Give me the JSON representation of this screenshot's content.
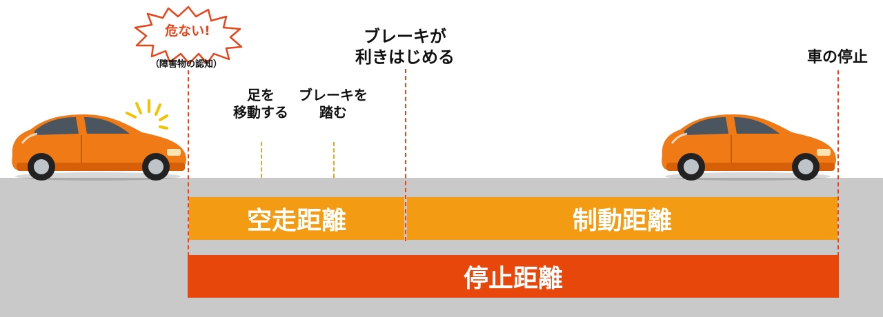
{
  "labels": {
    "danger": "危ない!",
    "recognition": "（障害物の認知）",
    "move_foot": "足を\n移動する",
    "press_brake": "ブレーキを\n踏む",
    "brake_starts": "ブレーキが\n利きはじめる",
    "car_stop": "車の停止"
  },
  "bars": {
    "free_running": "空走距離",
    "braking": "制動距離",
    "stopping": "停止距離"
  },
  "colors": {
    "car_body": "#f07a16",
    "free_running_bar": "#f39b12",
    "braking_bar": "#f39b12",
    "stopping_bar": "#e8470c",
    "road": "#c9c9c9",
    "danger_bubble_outline": "#e8441a"
  }
}
